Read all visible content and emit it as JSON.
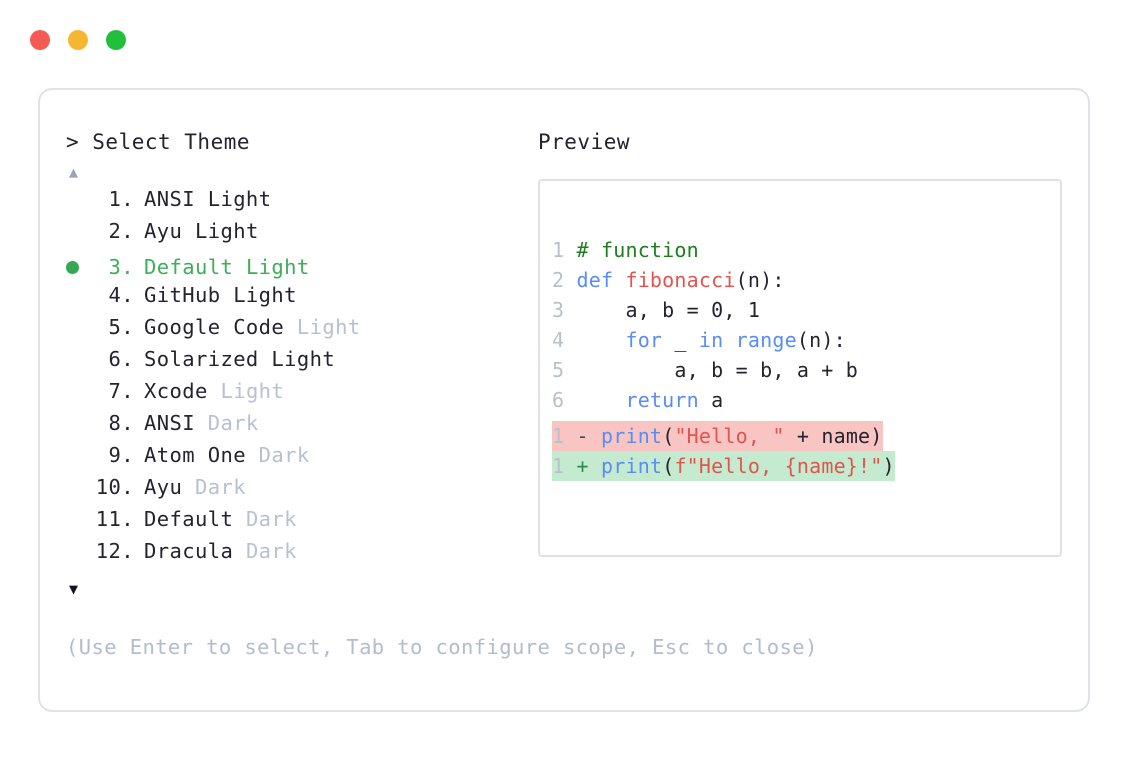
{
  "window": {
    "dots": [
      {
        "name": "close-dot",
        "color": "#f45b55"
      },
      {
        "name": "minimize-dot",
        "color": "#f5b731"
      },
      {
        "name": "maximize-dot",
        "color": "#22bf3c"
      }
    ]
  },
  "left": {
    "prompt": "> Select Theme",
    "scroll_up": "▲",
    "scroll_down": "▼",
    "selected_index": 3,
    "items": [
      {
        "num": "1.",
        "name": "ANSI",
        "variant": " Light",
        "variant_muted": false,
        "selected": false
      },
      {
        "num": "2.",
        "name": "Ayu",
        "variant": " Light",
        "variant_muted": false,
        "selected": false
      },
      {
        "num": "3.",
        "name": "Default",
        "variant": " Light",
        "variant_muted": false,
        "selected": true
      },
      {
        "num": "4.",
        "name": "GitHub",
        "variant": " Light",
        "variant_muted": false,
        "selected": false
      },
      {
        "num": "5.",
        "name": "Google Code",
        "variant": " Light",
        "variant_muted": true,
        "selected": false
      },
      {
        "num": "6.",
        "name": "Solarized",
        "variant": " Light",
        "variant_muted": false,
        "selected": false
      },
      {
        "num": "7.",
        "name": "Xcode",
        "variant": " Light",
        "variant_muted": true,
        "selected": false
      },
      {
        "num": "8.",
        "name": "ANSI",
        "variant": " Dark",
        "variant_muted": true,
        "selected": false
      },
      {
        "num": "9.",
        "name": "Atom One",
        "variant": " Dark",
        "variant_muted": true,
        "selected": false
      },
      {
        "num": "10.",
        "name": "Ayu",
        "variant": " Dark",
        "variant_muted": true,
        "selected": false
      },
      {
        "num": "11.",
        "name": "Default",
        "variant": " Dark",
        "variant_muted": true,
        "selected": false
      },
      {
        "num": "12.",
        "name": "Dracula",
        "variant": " Dark",
        "variant_muted": true,
        "selected": false
      }
    ],
    "hint": "(Use Enter to select, Tab to configure scope, Esc to close)"
  },
  "right": {
    "label": "Preview",
    "code_lines": [
      {
        "ln": "1",
        "tokens": [
          {
            "t": "# function",
            "c": "comment"
          }
        ]
      },
      {
        "ln": "2",
        "tokens": [
          {
            "t": "def ",
            "c": "kw"
          },
          {
            "t": "fibonacci",
            "c": "fn"
          },
          {
            "t": "(n):",
            "c": "plain"
          }
        ]
      },
      {
        "ln": "3",
        "tokens": [
          {
            "t": "    a, b = 0, 1",
            "c": "plain"
          }
        ]
      },
      {
        "ln": "4",
        "tokens": [
          {
            "t": "    ",
            "c": "plain"
          },
          {
            "t": "for",
            "c": "kw"
          },
          {
            "t": " _ ",
            "c": "plain"
          },
          {
            "t": "in range",
            "c": "kw"
          },
          {
            "t": "(n):",
            "c": "plain"
          }
        ]
      },
      {
        "ln": "5",
        "tokens": [
          {
            "t": "        a, b = b, a + b",
            "c": "plain"
          }
        ]
      },
      {
        "ln": "6",
        "tokens": [
          {
            "t": "    ",
            "c": "plain"
          },
          {
            "t": "return",
            "c": "kw"
          },
          {
            "t": " a",
            "c": "plain"
          }
        ]
      }
    ],
    "diff_lines": [
      {
        "kind": "del",
        "ln": "1",
        "marker": "-",
        "tokens": [
          {
            "t": "print",
            "c": "builtin"
          },
          {
            "t": "(",
            "c": "plain"
          },
          {
            "t": "\"Hello, \"",
            "c": "str"
          },
          {
            "t": " + name)",
            "c": "plain"
          }
        ]
      },
      {
        "kind": "add",
        "ln": "1",
        "marker": "+",
        "tokens": [
          {
            "t": "print",
            "c": "builtin"
          },
          {
            "t": "(",
            "c": "plain"
          },
          {
            "t": "f\"Hello, {name}!\"",
            "c": "str"
          },
          {
            "t": ")",
            "c": "plain"
          }
        ]
      }
    ]
  },
  "colors": {
    "accent_green": "#3fae58",
    "muted": "#b9c0d2",
    "border": "#dfe2ea",
    "comment": "#1f7d1f",
    "keyword": "#5a8cf5",
    "function": "#e2544f",
    "string": "#e2544f",
    "diff_del_bg": "#f9c5c3",
    "diff_add_bg": "#c4ebcf"
  }
}
